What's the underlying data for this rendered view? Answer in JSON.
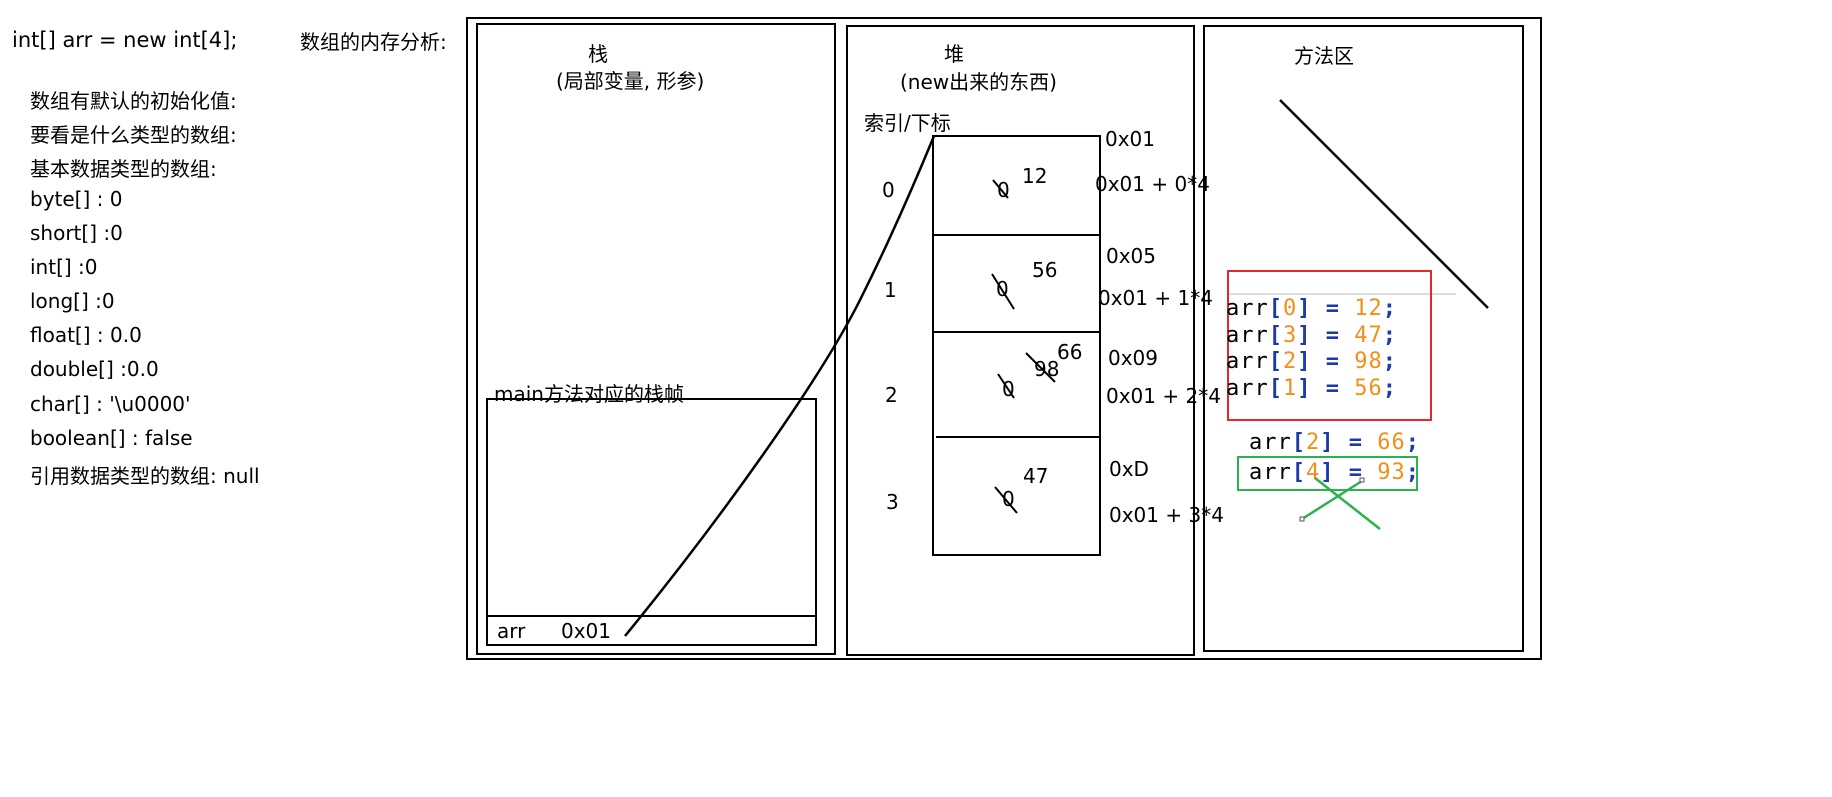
{
  "code": {
    "declaration": "int[] arr = new int[4];"
  },
  "notes": {
    "intro1": "数组有默认的初始化值:",
    "intro2": "要看是什么类型的数组:",
    "intro3": "基本数据类型的数组:",
    "defaults": [
      "byte[] :  0",
      "short[]  :0",
      "int[]  :0",
      "long[]  :0",
      "float[] : 0.0",
      "double[]   :0.0",
      "char[]  : '\\u0000'",
      "boolean[]  : false",
      "引用数据类型的数组:  null"
    ]
  },
  "diagram": {
    "title": "数组的内存分析:",
    "stack": {
      "title": "栈",
      "subtitle": "(局部变量, 形参)",
      "frame_label": "main方法对应的栈帧",
      "var_name": "arr",
      "var_value": "0x01"
    },
    "heap": {
      "title": "堆",
      "subtitle": "(new出来的东西)",
      "index_label": "索引/下标",
      "cells": [
        {
          "index": "0",
          "addr": "0x01",
          "offset": "0x01 + 0*4",
          "old": "0",
          "value": "12"
        },
        {
          "index": "1",
          "addr": "0x05",
          "offset": "0x01 + 1*4",
          "old": "0",
          "value": "56"
        },
        {
          "index": "2",
          "addr": "0x09",
          "offset": "0x01 + 2*4",
          "old": "0",
          "crossed": "98",
          "value": "66"
        },
        {
          "index": "3",
          "addr": "0xD",
          "offset": "0x01 + 3*4",
          "old": "0",
          "value": "47"
        }
      ]
    },
    "method_area": {
      "title": "方法区"
    },
    "assignments": [
      {
        "var": "arr",
        "idx": "0",
        "num": "12"
      },
      {
        "var": "arr",
        "idx": "3",
        "num": "47"
      },
      {
        "var": "arr",
        "idx": "2",
        "num": "98"
      },
      {
        "var": "arr",
        "idx": "1",
        "num": "56"
      }
    ],
    "extra_assign": {
      "var": "arr",
      "idx": "2",
      "num": "66"
    },
    "invalid_assign": {
      "var": "arr",
      "idx": "4",
      "num": "93"
    },
    "colors": {
      "red_box": "#e5262b",
      "green_box": "#29b34a",
      "bracket": "#1c3aa9",
      "number": "#f0901a"
    }
  }
}
